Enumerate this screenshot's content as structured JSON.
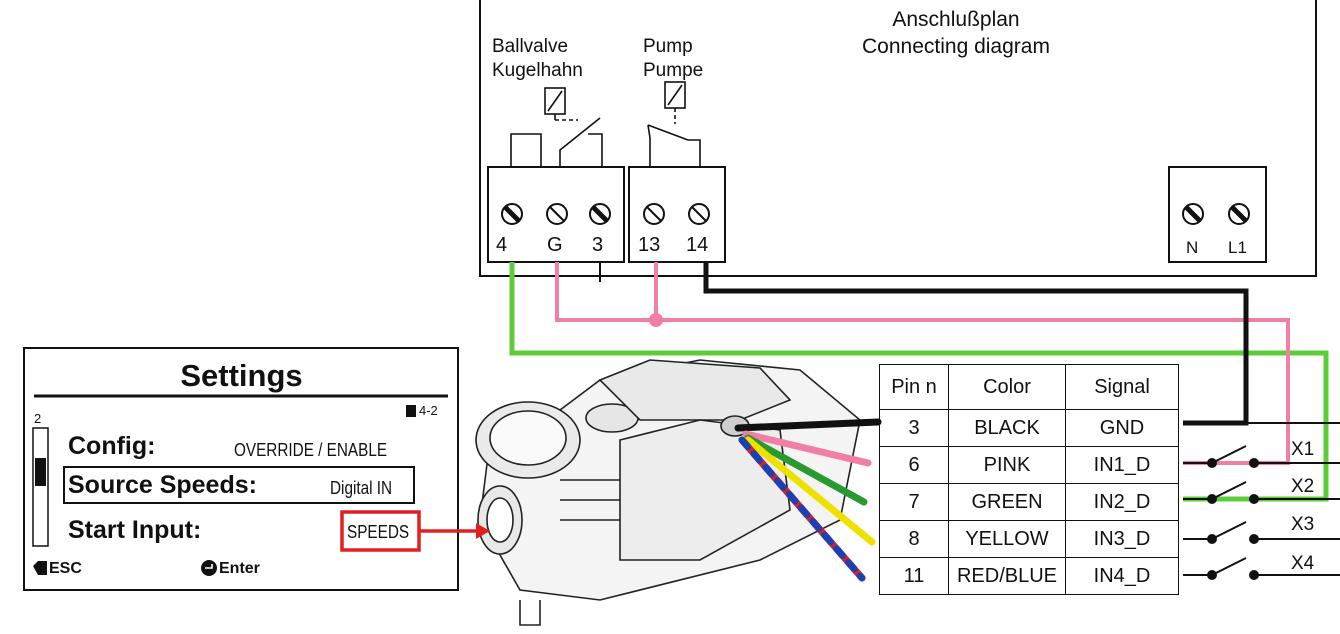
{
  "title": {
    "de": "Anschlußplan",
    "en": "Connecting diagram"
  },
  "devices": {
    "ballvalve_en": "Ballvalve",
    "ballvalve_de": "Kugelhahn",
    "pump_en": "Pump",
    "pump_de": "Pumpe"
  },
  "terminals": [
    "4",
    "G",
    "3",
    "13",
    "14"
  ],
  "power_terminals": [
    "N",
    "L1"
  ],
  "lcd": {
    "title": "Settings",
    "page_indicator": "4-2",
    "scroll_number": "2",
    "rows": [
      {
        "label": "Config:",
        "value": "OVERRIDE / ENABLE"
      },
      {
        "label": "Source Speeds:",
        "value": "Digital IN"
      },
      {
        "label": "Start Input:",
        "value": "SPEEDS"
      }
    ],
    "esc_label": "ESC",
    "enter_label": "Enter"
  },
  "table": {
    "headers": [
      "Pin n",
      "Color",
      "Signal"
    ],
    "rows": [
      {
        "pin": "3",
        "color": "BLACK",
        "signal": "GND"
      },
      {
        "pin": "6",
        "color": "PINK",
        "signal": "IN1_D"
      },
      {
        "pin": "7",
        "color": "GREEN",
        "signal": "IN2_D"
      },
      {
        "pin": "8",
        "color": "YELLOW",
        "signal": "IN3_D"
      },
      {
        "pin": "11",
        "color": "RED/BLUE",
        "signal": "IN4_D"
      }
    ]
  },
  "switches": [
    "X1",
    "X2",
    "X3",
    "X4"
  ],
  "colors": {
    "wire_green": "#5ccc3a",
    "wire_pink": "#f07ea6",
    "wire_black": "#111111",
    "wire_yellow": "#f0e000",
    "wire_red": "#e02020",
    "wire_blue": "#2040b0",
    "highlight_red": "#e02020"
  }
}
